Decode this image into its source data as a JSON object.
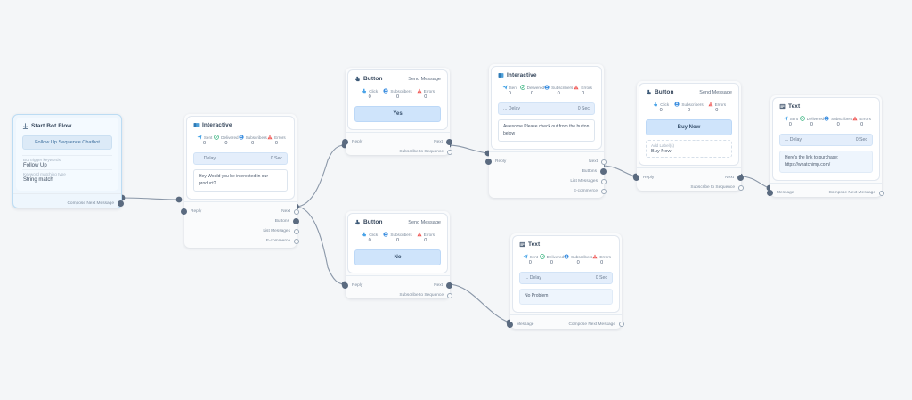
{
  "canvas": {
    "background": "#f4f6f8",
    "accent": "#cfe4fb",
    "wire_color": "#8a97a8",
    "node_dot": "#5b6b80"
  },
  "stat_labels": {
    "sent": "Sent",
    "delivered": "Delivered",
    "subscribers": "Subscribers",
    "errors": "Errors",
    "click": "Click"
  },
  "delay": {
    "label": "... Delay",
    "value": "0 Sec"
  },
  "ports": {
    "reply": "Reply",
    "next": "Next",
    "buttons": "Buttons",
    "list_messages": "List Messages",
    "ecommerce": "E-commerce",
    "subscribe": "Subscribe to Sequence",
    "message": "Message",
    "compose_next": "Compose Next Message"
  },
  "nodes": {
    "start": {
      "title": "Start Bot Flow",
      "icon": "flow-start-icon",
      "pill": "Follow Up Sequence Chatbot",
      "fields": [
        {
          "caption": "Bot trigger keywords",
          "value": "Follow Up"
        },
        {
          "caption": "Keyword matching type",
          "value": "String match"
        }
      ],
      "port_compose": "Compose Next Message"
    },
    "interactive_1": {
      "title": "Interactive",
      "icon": "interactive-icon",
      "stats": [
        {
          "label": "Sent",
          "value": "0",
          "icon": "sent-icon"
        },
        {
          "label": "Delivered",
          "value": "0",
          "icon": "delivered-icon"
        },
        {
          "label": "Subscribers",
          "value": "0",
          "icon": "subscribers-icon"
        },
        {
          "label": "Errors",
          "value": "0",
          "icon": "errors-icon"
        }
      ],
      "delay_label": "... Delay",
      "delay_value": "0 Sec",
      "message": "Hey Would you be interested in our product?"
    },
    "button_yes": {
      "title": "Button",
      "icon": "button-icon",
      "subtitle": "Send Message",
      "stats": [
        {
          "label": "Click",
          "value": "0",
          "icon": "click-icon"
        },
        {
          "label": "Subscribers",
          "value": "0",
          "icon": "subscribers-icon"
        },
        {
          "label": "Errors",
          "value": "0",
          "icon": "errors-icon"
        }
      ],
      "button_label": "Yes"
    },
    "button_no": {
      "title": "Button",
      "icon": "button-icon",
      "subtitle": "Send Message",
      "stats": [
        {
          "label": "Click",
          "value": "0",
          "icon": "click-icon"
        },
        {
          "label": "Subscribers",
          "value": "0",
          "icon": "subscribers-icon"
        },
        {
          "label": "Errors",
          "value": "0",
          "icon": "errors-icon"
        }
      ],
      "button_label": "No"
    },
    "interactive_2": {
      "title": "Interactive",
      "icon": "interactive-icon",
      "stats": [
        {
          "label": "Sent",
          "value": "0",
          "icon": "sent-icon"
        },
        {
          "label": "Delivered",
          "value": "0",
          "icon": "delivered-icon"
        },
        {
          "label": "Subscribers",
          "value": "0",
          "icon": "subscribers-icon"
        },
        {
          "label": "Errors",
          "value": "0",
          "icon": "errors-icon"
        }
      ],
      "delay_label": "... Delay",
      "delay_value": "0 Sec",
      "message": "Awesome Please check out from the button below"
    },
    "button_buynow": {
      "title": "Button",
      "icon": "button-icon",
      "subtitle": "Send Message",
      "stats": [
        {
          "label": "Click",
          "value": "0",
          "icon": "click-icon"
        },
        {
          "label": "Subscribers",
          "value": "0",
          "icon": "subscribers-icon"
        },
        {
          "label": "Errors",
          "value": "0",
          "icon": "errors-icon"
        }
      ],
      "button_label": "Buy Now",
      "label_caption": "Add Label(s)",
      "label_value": "Buy Now"
    },
    "text_link": {
      "title": "Text",
      "icon": "text-icon",
      "stats": [
        {
          "label": "Sent",
          "value": "0",
          "icon": "sent-icon"
        },
        {
          "label": "Delivered",
          "value": "0",
          "icon": "delivered-icon"
        },
        {
          "label": "Subscribers",
          "value": "0",
          "icon": "subscribers-icon"
        },
        {
          "label": "Errors",
          "value": "0",
          "icon": "errors-icon"
        }
      ],
      "delay_label": "... Delay",
      "delay_value": "0 Sec",
      "message": "Here's the link to purchase: https://whatchimp.com/"
    },
    "text_noproblem": {
      "title": "Text",
      "icon": "text-icon",
      "stats": [
        {
          "label": "Sent",
          "value": "0",
          "icon": "sent-icon"
        },
        {
          "label": "Delivered",
          "value": "0",
          "icon": "delivered-icon"
        },
        {
          "label": "Subscribers",
          "value": "0",
          "icon": "subscribers-icon"
        },
        {
          "label": "Errors",
          "value": "0",
          "icon": "errors-icon"
        }
      ],
      "delay_label": "... Delay",
      "delay_value": "0 Sec",
      "message": "No Problem"
    }
  }
}
